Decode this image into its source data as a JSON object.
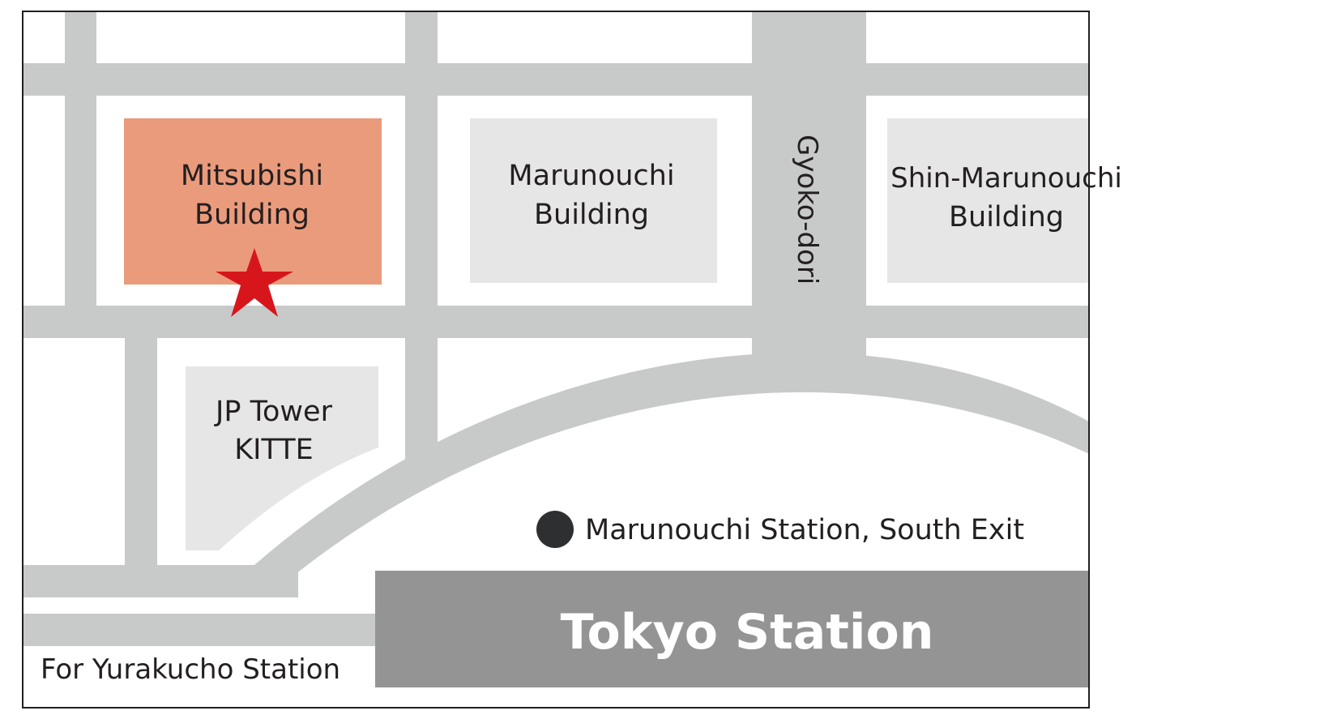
{
  "colors": {
    "road": "#c8c9c9",
    "building": "#e6e6e6",
    "highlight_building": "#ea9b7c",
    "station": "#949494",
    "marker_star": "#d7161c",
    "marker_dot": "#2e2f30",
    "text": "#231f20",
    "station_text": "#ffffff"
  },
  "buildings": {
    "mitsubishi": {
      "line1": "Mitsubishi",
      "line2": "Building"
    },
    "marunouchi": {
      "line1": "Marunouchi",
      "line2": "Building"
    },
    "shin_marunouchi": {
      "line1": "Shin-Marunouchi",
      "line2": "Building"
    },
    "jp_tower": {
      "line1": "JP Tower",
      "line2": "KITTE"
    }
  },
  "roads": {
    "gyoko_dori": "Gyoko-dori"
  },
  "station": {
    "name": "Tokyo Station",
    "exit_label": "Marunouchi Station, South Exit"
  },
  "directions": {
    "yurakucho": "For Yurakucho Station"
  },
  "markers": {
    "destination": "star-icon",
    "exit": "dot-icon"
  }
}
